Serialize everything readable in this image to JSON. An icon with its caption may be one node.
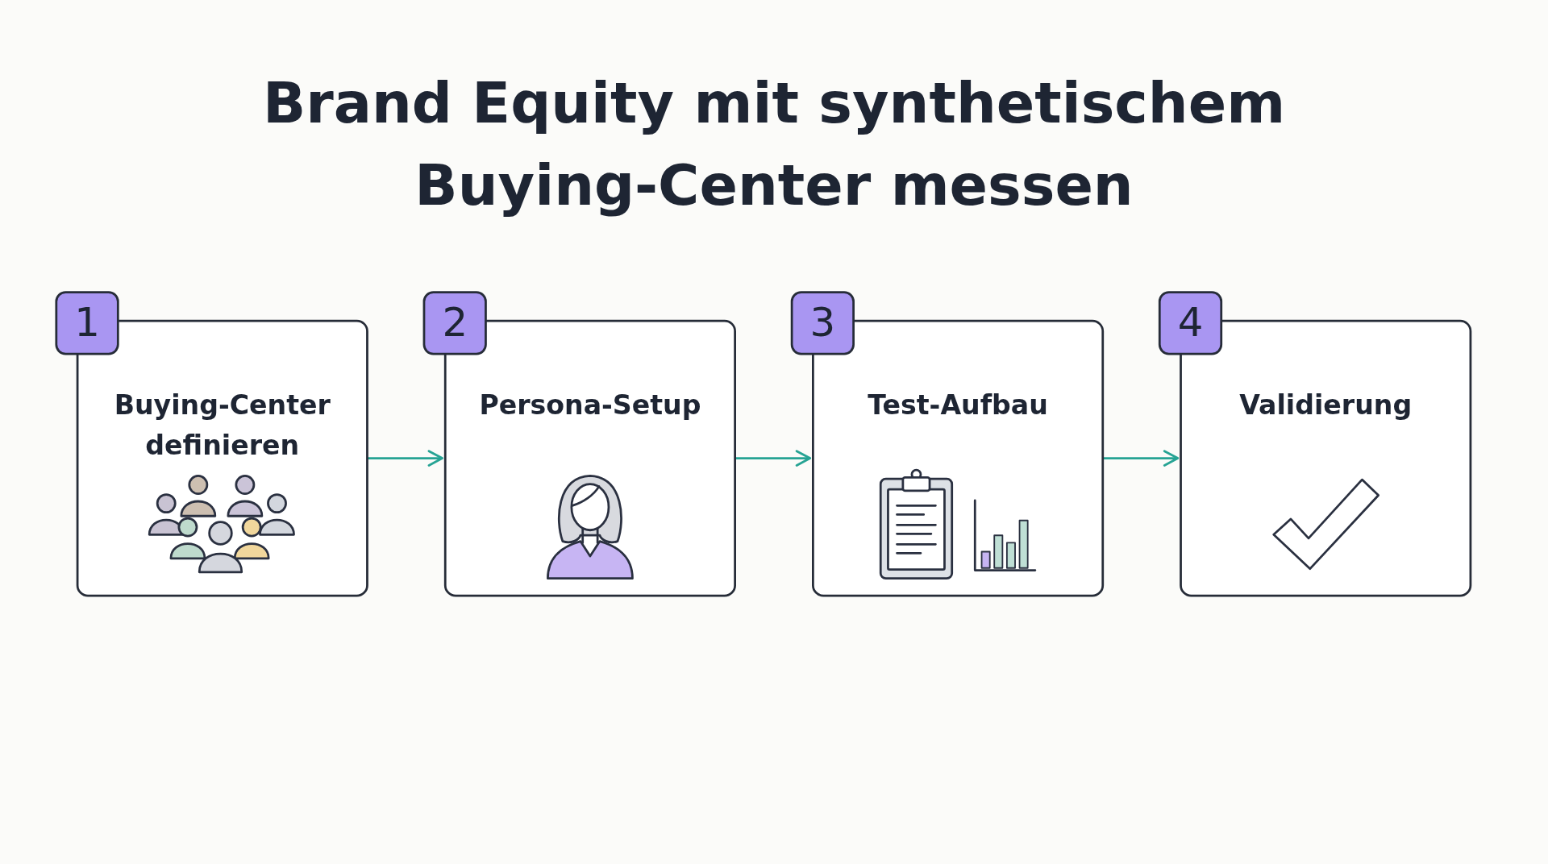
{
  "diagram": {
    "title": "Brand Equity mit synthetischem Buying-Center messen",
    "nodes": [
      {
        "text": [
          "1",
          "Buying-Center definieren"
        ]
      },
      {
        "text": [
          "2",
          "Persona-Setup"
        ]
      },
      {
        "text": [
          "3",
          "Test-Aufbau"
        ]
      },
      {
        "text": [
          "4",
          "Validierung"
        ]
      }
    ],
    "edges": [
      {
        "from": 0,
        "to": 1,
        "arrow": "to"
      },
      {
        "from": 1,
        "to": 2,
        "arrow": "to"
      },
      {
        "from": 2,
        "to": 3,
        "arrow": "to"
      }
    ]
  }
}
